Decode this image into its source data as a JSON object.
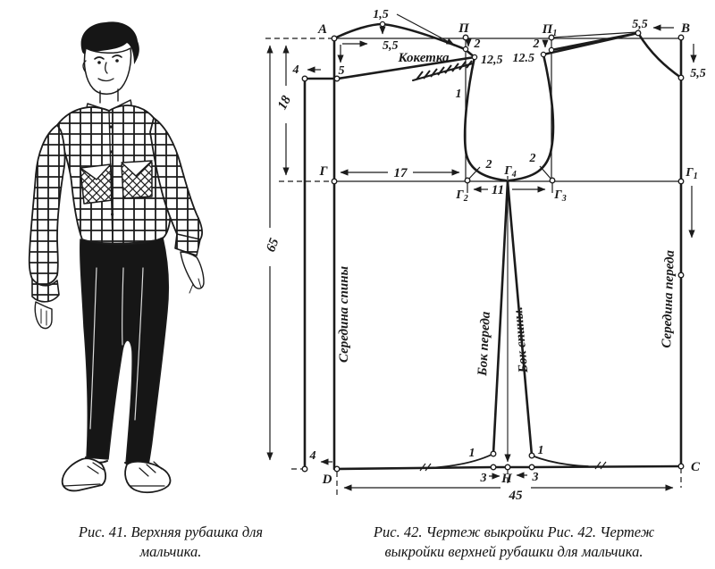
{
  "page": {
    "background": "#ffffff",
    "ink": "#1b1b1b"
  },
  "figure41": {
    "caption_line1": "Рис. 41. Верхняя рубашка для",
    "caption_line2": "мальчика."
  },
  "figure42": {
    "caption_line1": "Рис. 42. Чертеж выкройки Рис. 42. Чертеж",
    "caption_line2": "выкройки верхней рубашки для мальчика."
  },
  "pattern": {
    "piece_label": "Кокетка",
    "points": {
      "A": "А",
      "P": "П",
      "P1": {
        "main": "П",
        "sub": "1"
      },
      "B": "В",
      "G": "Г",
      "G1": {
        "main": "Г",
        "sub": "1"
      },
      "G2": {
        "main": "Г",
        "sub": "2"
      },
      "G3": {
        "main": "Г",
        "sub": "3"
      },
      "G4": {
        "main": "Г",
        "sub": "4"
      },
      "D": "D",
      "N": "Н",
      "C": "С"
    },
    "dims": {
      "d15": "1,5",
      "d55_yoke": "5,5",
      "d5": "5",
      "d4_top": "4",
      "d4_bottom": "4",
      "d2_P": "2",
      "d125_P": "12,5",
      "d2_P1": "2",
      "d125_P1": "12.5",
      "d55_top": "5,5",
      "d55_right": "5,5",
      "d65": "65",
      "d18": "18",
      "d17": "17",
      "d11": "11",
      "d1_yoke": "1",
      "d2_armL": "2",
      "d2_armR": "2",
      "d1_hemL": "1",
      "d1_hemR": "1",
      "d3_left": "3",
      "d3_right": "3",
      "d45": "45"
    },
    "seam_labels": {
      "back_center": "Середина спины",
      "front_center": "Середина переда",
      "side_front": "Бок переда",
      "side_back": "Бок спины."
    }
  }
}
